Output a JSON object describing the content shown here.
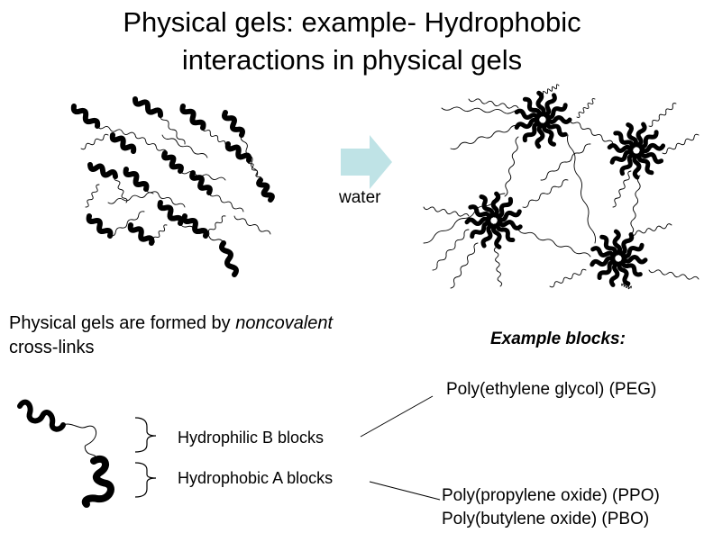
{
  "title": {
    "line1": "Physical gels: example- Hydrophobic",
    "line2": "interactions in physical gels"
  },
  "arrow_label": "water",
  "description": {
    "prefix": "Physical gels are formed by ",
    "emphasis": "noncovalent",
    "suffix_line2": "cross-links"
  },
  "legend": {
    "hydrophilic": "Hydrophilic B blocks",
    "hydrophobic": "Hydrophobic A blocks"
  },
  "examples": {
    "heading": "Example blocks:",
    "peg": "Poly(ethylene glycol) (PEG)",
    "ppo": "Poly(propylene oxide) (PPO)",
    "pbo": "Poly(butylene oxide) (PBO)"
  },
  "colors": {
    "arrow": "#bfe3e6",
    "ink": "#000000"
  }
}
